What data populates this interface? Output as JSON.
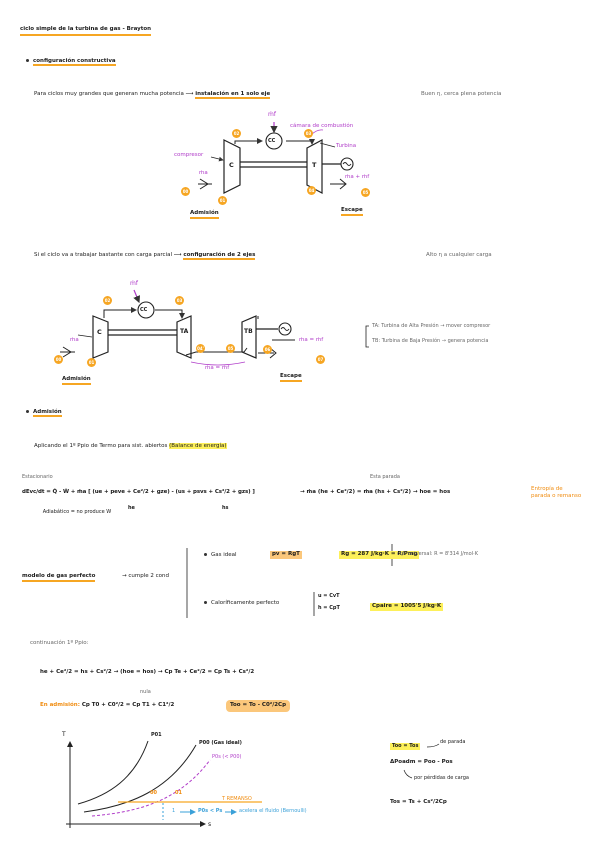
{
  "title": "ciclo simple de la turbina de gas - Brayton",
  "sec1": {
    "heading": "configuración constructiva",
    "line1_a": "Para ciclos muy grandes que generan mucha potencia",
    "line1_b": "instalación en 1 solo eje",
    "line1_note": "Buen η, cerca plena potencia",
    "d1": {
      "mf": "ṁf",
      "cc_label": "cámara de combustión",
      "compresor": "compresor",
      "turbina": "Turbina",
      "ma": "ṁa",
      "mamf": "ṁa + ṁf",
      "admision": "Admisión",
      "escape": "Escape",
      "C": "C",
      "T": "T",
      "CC": "CC",
      "p00": "00",
      "p01": "01",
      "p02": "02",
      "p03": "03",
      "p04": "04",
      "p05": "05"
    },
    "line2_a": "Si el ciclo va a trabajar bastante con carga parcial",
    "line2_b": "configuración de 2 ejes",
    "line2_note": "Alto η a cualquier carga",
    "d2": {
      "mf": "ṁf",
      "CC": "CC",
      "C": "C",
      "TA": "TA",
      "TB": "TB",
      "ma": "ṁa",
      "mamf1": "ṁa = ṁf",
      "mamf2": "ṁa = ṁf",
      "admision": "Admisión",
      "escape": "Escape",
      "p00": "00",
      "p01": "01",
      "p02": "02",
      "p03": "03",
      "p04": "04'",
      "p05": "05",
      "p06": "06",
      "p07": "07"
    },
    "ta_def": "TA: Turbina de Alta Presión → mover compresor",
    "tb_def": "TB: Turbina de Baja Presión → genera potencia"
  },
  "sec2": {
    "heading": "Admisión",
    "line": "Aplicando el 1º Ppio de Termo para sist. abiertos",
    "line_hl": "(Balance de energía)",
    "estacionario": "Estacionario",
    "adiabatico": "Adiabático = no produce W",
    "esta_parada": "Esta parada",
    "eq1": "dEvc/dt = Q̇ - Ẇ + ṁa [ (ue + peve + Ce²/2 + gze) - (us + psvs + Cs²/2 + gzs) ]",
    "he": "he",
    "hs": "hs",
    "eq1b": "→ ṁa (he + Ce²/2) = ṁa (hs + Cs²/2) → hoe = hos",
    "entropia": "Entropía de parada o remanso",
    "modelo": "modelo de gas perfecto",
    "cumple": "→ cumple 2 cond",
    "gas_ideal": "Gas ideal",
    "pv_rgt": "pv = RgT",
    "rg_eq": "Rg = 287 J/kg·K = R/Pmg",
    "r_univ": "cte. universal: R = 8'314 J/mol·K",
    "calor": "Caloríficamente perfecto",
    "u_cvt": "u = CvT",
    "h_cpt": "h = CpT",
    "cp_aire": "Cpaire = 1005'5 J/kg·K",
    "continuacion": "continuación 1º Ppio:",
    "eq2": "he + Ce²/2 = hs + Cs²/2 → (hoe = hos) → Cp Te + Ce²/2 = Cp Ts + Cs²/2",
    "nula": "nula",
    "en_adm": "En admisión:",
    "eq3": "Cp T0 + C0²/2 = Cp T1 + C1²/2",
    "too_res": "Too = To - C0²/2Cp"
  },
  "graph": {
    "axis_T": "T",
    "axis_S": "s",
    "p01_curve": "P01",
    "p00_curve": "P00 (Gas ideal)",
    "p0s_curve": "P0s (< P00)",
    "pt00": "00",
    "pt01": "01",
    "tremanso": "T REMANSO",
    "pt1": "1",
    "pos_ps": "P0s < Ps",
    "acelera": "acelera el fluido (Bernoulli)"
  },
  "notes": {
    "too_tos": "Too = Tos",
    "de_parada": "de parada",
    "delta_p": "ΔPoadm = Poo - Pos",
    "perdidas": "por pérdidas de carga",
    "tos_eq": "Tos = Ts + Cs²/2Cp"
  }
}
